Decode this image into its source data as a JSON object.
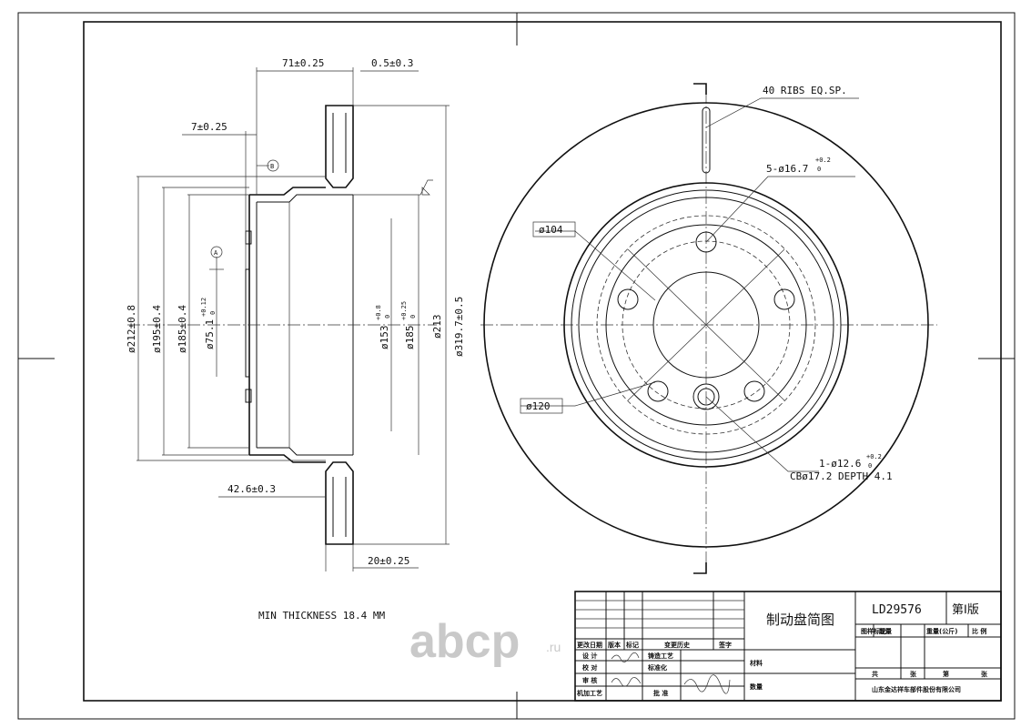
{
  "views": {
    "section": {
      "dims": {
        "flange_offset": "71±0.25",
        "hat_step": "0.5±0.3",
        "hat_wall": "7±0.25",
        "datum_b": "B",
        "datum_a": "A",
        "d212": "ø212±0.8",
        "d195": "ø195±0.4",
        "d185": "ø185±0.4",
        "d751": "ø75.1",
        "d751_tol_upper": "+0.12",
        "d751_tol_lower": "0",
        "d153": "ø153",
        "d153_tol_upper": "+0.8",
        "d153_tol_lower": "0",
        "d185b": "ø185",
        "d185b_tol_upper": "+0.25",
        "d185b_tol_lower": "0",
        "d213": "ø213",
        "d3197": "ø319.7±0.5",
        "hub_depth": "42.6±0.3",
        "disc_thickness": "20±0.25"
      }
    },
    "face": {
      "ribs_note": "40 RIBS EQ.SP.",
      "bolt_holes": "5-ø16.7",
      "bolt_holes_tol_upper": "+0.2",
      "bolt_holes_tol_lower": "0",
      "pcd_104": "ø104",
      "pcd_120": "ø120",
      "pin_hole": "1-ø12.6",
      "pin_hole_tol_upper": "+0.2",
      "pin_hole_tol_lower": "0",
      "counterbore": "CBø17.2 DEPTH 4.1"
    }
  },
  "notes": {
    "min_thickness": "MIN THICKNESS 18.4 MM"
  },
  "title_block": {
    "drawing_name": "制动盘简图",
    "part_number": "LD29576",
    "edition": "第Ⅰ版",
    "header_cols": [
      "图样标记",
      "数量",
      "重量(公斤)",
      "比 例"
    ],
    "sheets": [
      "共",
      "张",
      "第",
      "张"
    ],
    "company": "山东金达祥车部件股份有限公司",
    "change_cols": [
      "更改日期",
      "版本",
      "标记",
      "变更历史",
      "签字"
    ],
    "roles": [
      "设 计",
      "校 对",
      "审 核",
      "机加工艺"
    ],
    "roles2": [
      "铸造工艺",
      "标准化",
      "批 准"
    ],
    "material": "材料",
    "weight_label": "数量"
  },
  "watermark": {
    "text": "abcp",
    "suffix": ".ru"
  },
  "colors": {
    "line": "#111111",
    "watermark": "#c9c9c9"
  }
}
